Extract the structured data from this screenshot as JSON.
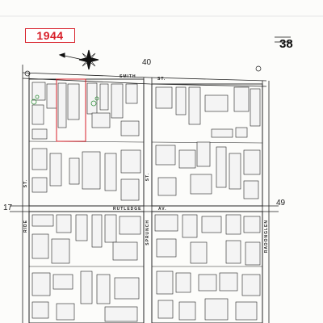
{
  "map": {
    "year": "1944",
    "sheet_number": "38",
    "adjoining_sheets": {
      "top": "40",
      "left": "17",
      "right": "49"
    },
    "streets": {
      "top": "SMITH",
      "top_suffix": "ST.",
      "middle": "RUTLEDGE",
      "middle_suffix": "AV.",
      "left_vertical": "ST.",
      "center_vertical_top": "ST.",
      "center_vertical_bottom": "SPRUNCH",
      "right_vertical_bottom": "RADONGLEN",
      "bottom_left_vertical": "RIDE"
    },
    "colors": {
      "year_badge": "#d8202a",
      "highlight_box": "#d8202a",
      "ink": "#222222",
      "vegetation": "#2f8f3a"
    },
    "icons": [
      "compass-rose-icon",
      "north-arrow-icon"
    ]
  }
}
